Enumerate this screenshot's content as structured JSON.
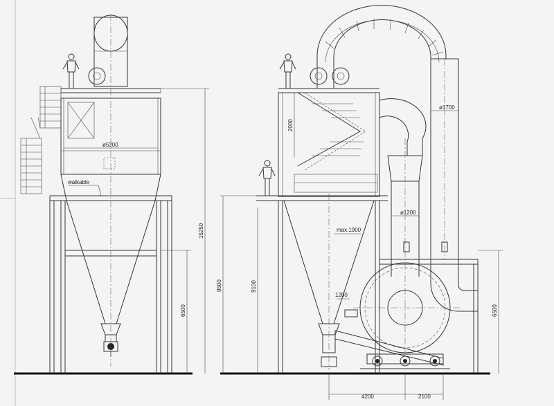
{
  "labels": {
    "diameter_left": "ø5200",
    "walkable": "walkable",
    "diameter_right_top": "ø1700",
    "diameter_mid": "ø1200",
    "max_width": "max.1900",
    "dim_2000": "2000",
    "dim_15250": "15250",
    "dim_6500_left": "6500",
    "dim_9500": "9500",
    "dim_9100": "9100",
    "dim_6500_right": "6500",
    "dim_1200": "1200",
    "dim_4200": "4200",
    "dim_2100": "2100"
  }
}
